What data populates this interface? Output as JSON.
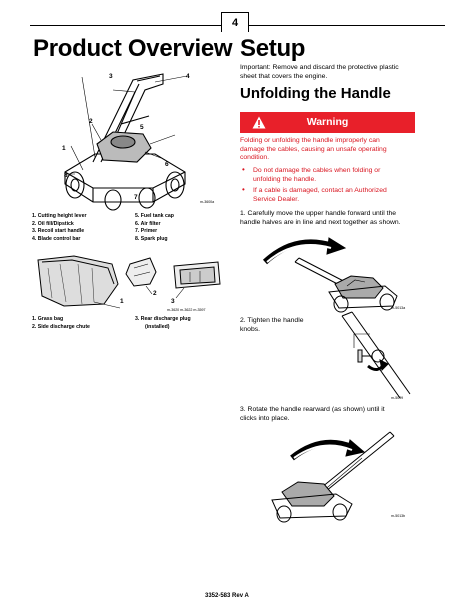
{
  "page_number": "4",
  "footer": "3352-583 Rev A",
  "product_overview": {
    "title": "Product Overview",
    "figure1_code": "m-3600a",
    "figure1_callouts": [
      "1",
      "2",
      "3",
      "4",
      "5",
      "6",
      "7",
      "8"
    ],
    "parts_col1": [
      "1.  Cutting height lever",
      "2.  Oil fill/Dipstick",
      "3.  Recoil start handle",
      "4.  Blade control bar"
    ],
    "parts_col2": [
      "5.  Fuel tank cap",
      "6.  Air filter",
      "7.  Primer",
      "8.  Spark plug"
    ],
    "figure2_code": "m-3620 m-3622 m-3597",
    "figure2_callouts": [
      "1",
      "2",
      "3"
    ],
    "accessories_col1": [
      "1.  Grass bag",
      "2.  Side discharge chute"
    ],
    "accessories_col2": [
      "3.  Rear discharge plug",
      "(installed)"
    ]
  },
  "setup": {
    "title": "Setup",
    "important": [
      "Important: Remove and discard the protective plastic",
      "sheet that covers the engine."
    ],
    "section_title": "Unfolding the Handle",
    "warning_label": "Warning",
    "warning_text": [
      "Folding or unfolding the handle improperly can",
      "damage the cables, causing an unsafe operating",
      "condition."
    ],
    "bullets": [
      [
        "Do not damage the cables when folding or",
        "unfolding the handle."
      ],
      [
        "If a cable is damaged, contact an Authorized",
        "Service Dealer."
      ]
    ],
    "step1": [
      "1.   Carefully move the upper handle forward until the",
      "handle halves are in line and next together as shown."
    ],
    "step1_figure_code": "m-5013a",
    "step2": [
      "2.   Tighten the handle",
      "knobs."
    ],
    "step2_figure_code": "m-5099",
    "step3": [
      "3.   Rotate the handle rearward (as shown) until it",
      "clicks into place."
    ],
    "step3_figure_code": "m-5013b"
  }
}
